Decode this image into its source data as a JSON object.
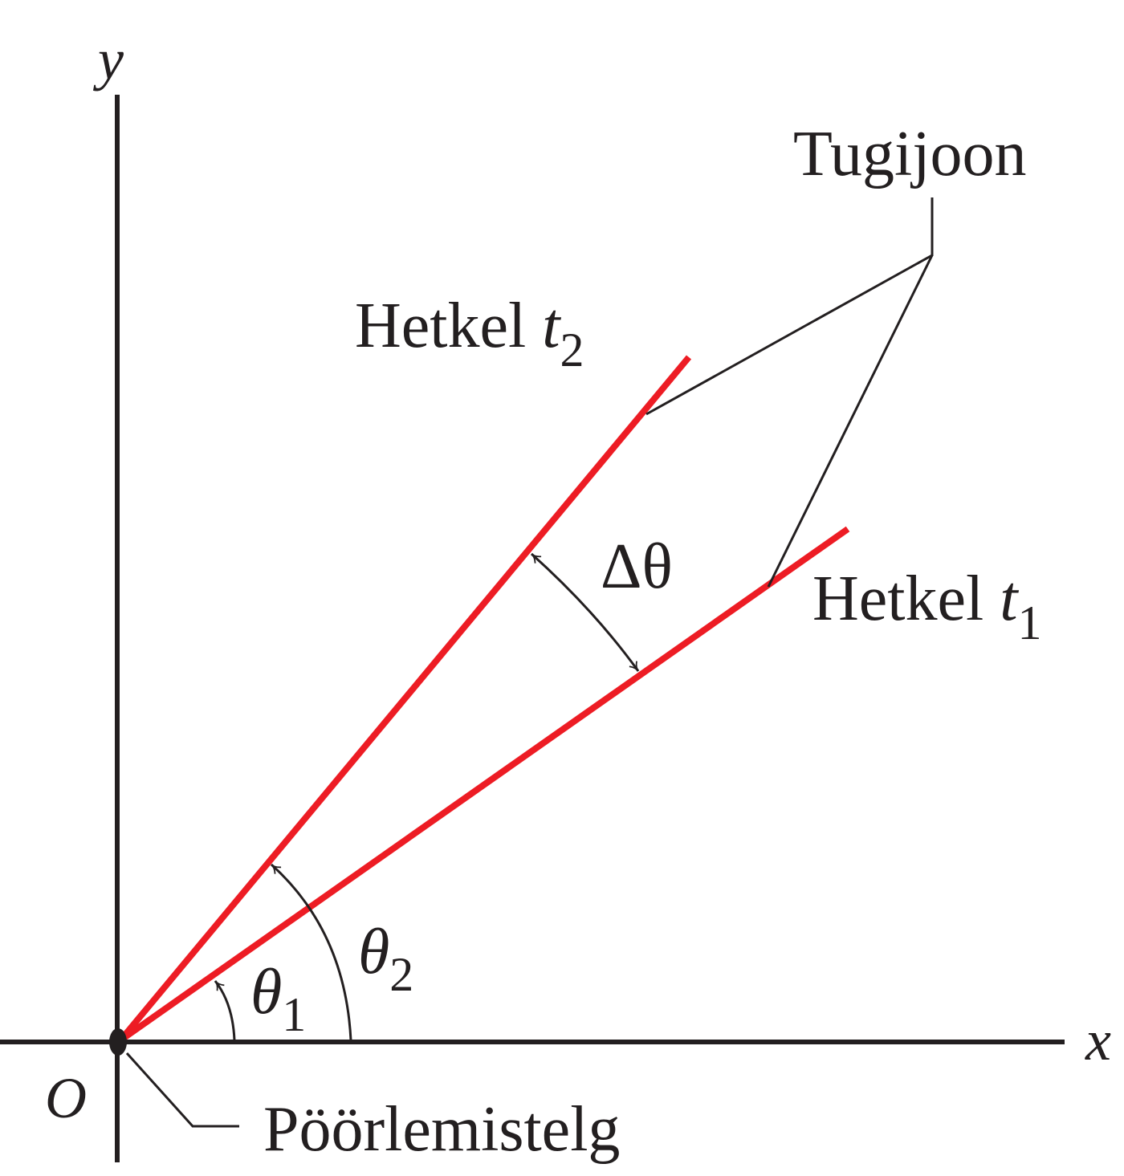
{
  "diagram": {
    "axes": {
      "x_label": "x",
      "y_label": "y",
      "origin_label": "O"
    },
    "labels": {
      "rotation_axis": "Pöörlemistelg",
      "reference_line": "Tugijoon",
      "line_t1_prefix": "Hetkel ",
      "line_t1_var": "t",
      "line_t1_sub": "1",
      "line_t2_prefix": "Hetkel ",
      "line_t2_var": "t",
      "line_t2_sub": "2",
      "theta1_symbol": "θ",
      "theta1_sub": "1",
      "theta2_symbol": "θ",
      "theta2_sub": "2",
      "delta_theta": "Δθ"
    },
    "colors": {
      "line": "#ed1c24",
      "ink": "#231f20"
    }
  }
}
